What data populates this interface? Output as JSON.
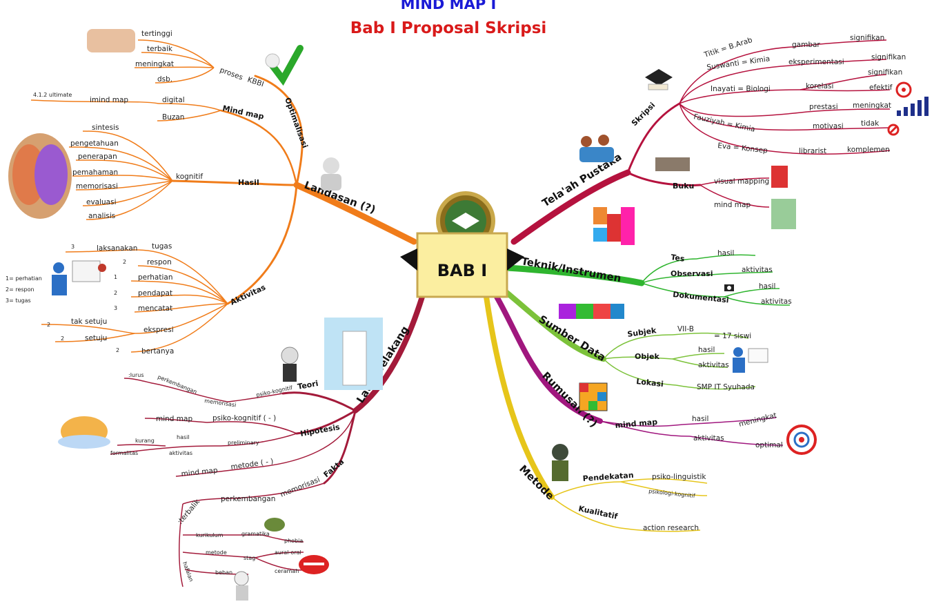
{
  "title": {
    "line1": "MIND MAP I",
    "line2": "Bab I Proposal Skripsi"
  },
  "center": {
    "label": "BAB I"
  },
  "colors": {
    "orange": "#f07c1a",
    "crimson": "#b5123e",
    "green": "#2fb52f",
    "lime": "#7cc23a",
    "purple": "#a0177e",
    "yellow": "#e6c51a",
    "maroon": "#a31a3a"
  },
  "landasan": {
    "label": "Landasan (?)",
    "optimalisasi": "Optimalisasi",
    "kbbi": "KBBI",
    "proses": "proses",
    "proses_items": [
      "tertinggi",
      "terbaik",
      "meningkat",
      "dsb."
    ],
    "mindmap": "Mind map",
    "digital": "digital",
    "imindmap": "imind map",
    "version": "4.1.2 ultimate",
    "buzan": "Buzan",
    "hasil": "Hasil",
    "kognitif": "kognitif",
    "kognitif_items": [
      "sintesis",
      "pengetahuan",
      "penerapan",
      "pemahaman",
      "memorisasi",
      "evaluasi",
      "analisis"
    ],
    "aktivitas": "Aktivitas",
    "aktivitas_items": [
      "tugas",
      "respon",
      "perhatian",
      "pendapat",
      "mencatat",
      "ekspresi",
      "bertanya"
    ],
    "laksanakan": "laksanakan",
    "ekspresi_items": [
      "tak setuju",
      "setuju"
    ],
    "numbers": [
      "3",
      "2",
      "1",
      "2",
      "3",
      "2",
      "2",
      "2"
    ],
    "legend": [
      "1= perhatian",
      "2= respon",
      "3= tugas"
    ]
  },
  "pustaka": {
    "label": "Tela'ah Pustaka",
    "skripsi": "Skripsi",
    "rows": [
      {
        "who": "Titik = B.Arab",
        "what": "gambar",
        "end": "signifikan"
      },
      {
        "who": "Suswanti = Kimia",
        "what": "eksperimentasi",
        "end": "signifikan"
      },
      {
        "who": "Inayati = Biologi",
        "what": "korelasi",
        "end": "signifikan",
        "end2": "efektif"
      },
      {
        "who": "Fauziyah = Kimia",
        "what": "prestasi",
        "end": "meningkat",
        "what2": "motivasi",
        "end2": "tidak"
      },
      {
        "who": "Eva = Konsep",
        "what": "librarist",
        "end": "komplemen"
      }
    ],
    "buku": "Buku",
    "buku_items": [
      "visual mapping",
      "mind map"
    ]
  },
  "teknik": {
    "label": "Teknik/Instrumen",
    "tes": "Tes",
    "tes_items": [
      "hasil"
    ],
    "observasi": "Observasi",
    "observasi_items": [
      "aktivitas"
    ],
    "dokumentasi": "Dokumentasi",
    "dokumentasi_items": [
      "hasil",
      "aktivitas"
    ]
  },
  "sumber": {
    "label": "Sumber Data",
    "subjek": "Subjek",
    "kelas": "VII-B",
    "siswa": "= 17 siswi",
    "objek": "Objek",
    "objek_items": [
      "hasil",
      "aktivitas"
    ],
    "lokasi": "Lokasi",
    "sekolah": "SMP IT Syuhada"
  },
  "rumusan": {
    "label": "Rumusan (?)",
    "mindmap": "mind map",
    "hasil": "hasil",
    "meningkat": "meningkat",
    "aktivitas": "aktivitas",
    "optimal": "optimal"
  },
  "metode": {
    "label": "Metode",
    "pendekatan": "Pendekatan",
    "pendekatan_items": [
      "psiko-linguistik",
      "psikologi-kognitif"
    ],
    "kualitatif": "Kualitatif",
    "ar": "action research"
  },
  "latar": {
    "label": "Latar Belakang",
    "teori": "Teori",
    "psiko": "psiko-kognitif",
    "memorisasi": "memorisasi",
    "perkembangan": "perkembangan",
    "lurus": ":lurus",
    "hipotesis": "Hipotesis",
    "hip_mindmap": "mind map",
    "hip_psiko": "psiko-kognitif ( - )",
    "preliminary": "preliminary",
    "hasil": "hasil",
    "kurang": "kurang",
    "aktivitas": "aktivitas",
    "formalitas": "formalitas",
    "metode": "metode ( - )",
    "mindmap2": "mind map",
    "fakta": "Fakta",
    "memorisasi2": "memorisasi",
    "perkembangan2": "perkembangan",
    "terbalik": ":terbalik",
    "kurikulum": "kurikulum",
    "gramatika": "gramatika",
    "phobia": "phobia",
    "metode2": "metode",
    "stag": "stag",
    "auraloral": "aural-oral",
    "ceramah": "ceramah",
    "hafalan": "hafalan",
    "beban": "beban"
  }
}
